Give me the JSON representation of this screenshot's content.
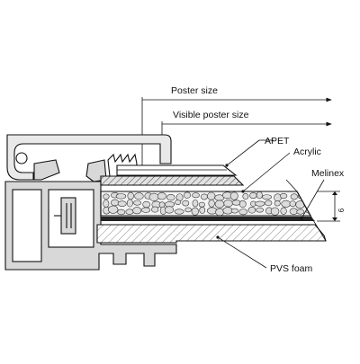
{
  "labels": {
    "poster_size": "Poster size",
    "visible_poster_size": "Visible poster size",
    "apet": "APET",
    "acrylic": "Acrylic",
    "melinex": "Melinex",
    "pvs_foam": "PVS foam",
    "dimension": "6"
  },
  "colors": {
    "line": "#111111",
    "profile_fill": "#d8d8d8",
    "bubble_fill": "#dcdcdc",
    "background": "#ffffff"
  }
}
